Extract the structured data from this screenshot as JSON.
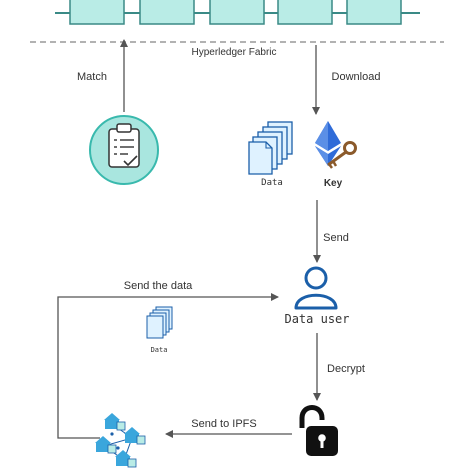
{
  "diagram": {
    "chain_label": "Hyperledger Fabric",
    "blocks_count": 5,
    "edges": {
      "match": "Match",
      "download": "Download",
      "send": "Send",
      "send_the_data": "Send the data",
      "decrypt": "Decrypt",
      "send_to_ipfs": "Send to IPFS"
    },
    "nodes": {
      "data_docs_label": "Data",
      "key_label": "Key",
      "data_user_label": "Data user",
      "data_small_label": "Data"
    },
    "colors": {
      "block_fill": "#b9ece6",
      "block_stroke": "#3a8a86",
      "accent_teal": "#39b9ad",
      "icon_blue": "#1b5fa9",
      "ipfs_blue": "#3aa6dc",
      "eth_blue": "#2f6bd8",
      "key_brown": "#8b5a2b",
      "line": "#555555"
    }
  }
}
